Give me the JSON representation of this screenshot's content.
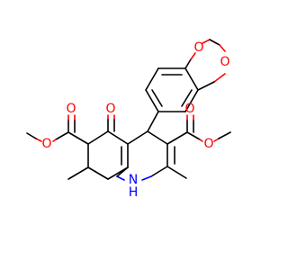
{
  "molecule": {
    "atom_labels": {
      "o_dioxole_top": "O",
      "o_dioxole_right": "O",
      "o_ketone": "O",
      "o_ester_left_carbonyl": "O",
      "o_ester_left_ether": "O",
      "o_ester_right_carbonyl": "O",
      "o_ester_right_ether": "O",
      "n_ring": "N",
      "n_hydrogen": "H"
    },
    "colors": {
      "oxygen": "#ff0000",
      "nitrogen": "#0000ff",
      "carbon_bond": "#000000",
      "background": "#ffffff"
    }
  }
}
